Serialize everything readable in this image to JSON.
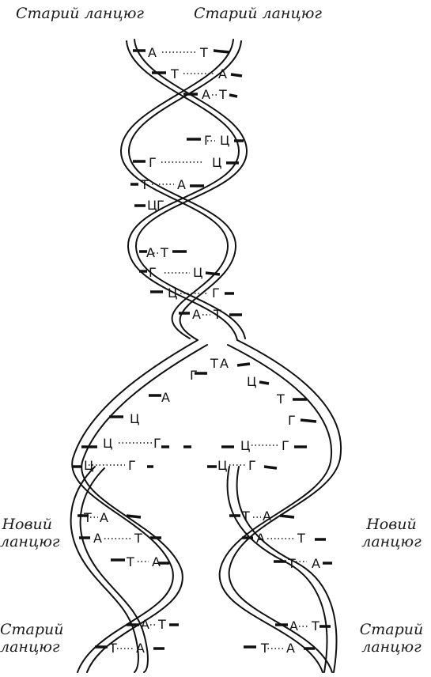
{
  "captions": {
    "top_left": "Старий ланцюг",
    "top_right": "Старий ланцюг",
    "new_left": [
      "Новий",
      "ланцюг"
    ],
    "new_right": [
      "Новий",
      "ланцюг"
    ],
    "old_left": [
      "Старий",
      "ланцюг"
    ],
    "old_right": [
      "Старий",
      "ланцюг"
    ]
  },
  "base_labels": {
    "top": [
      {
        "l": "А",
        "r": "Т"
      },
      {
        "l": "Т",
        "r": "А"
      },
      {
        "l": "А",
        "r": "Т"
      },
      {
        "l": "Г",
        "r": "Ц"
      },
      {
        "l": "Г",
        "r": "Ц"
      },
      {
        "l": "Т",
        "r": "А"
      },
      {
        "l": "Ц",
        "r": "Г"
      },
      {
        "l": "А",
        "r": "Т"
      },
      {
        "l": "Г",
        "r": "Ц"
      },
      {
        "l": "Ц",
        "r": "Г"
      },
      {
        "l": "А",
        "r": "Т"
      }
    ],
    "fork_left": [
      "Г",
      "А",
      "Ц",
      "Ц",
      "Ц"
    ],
    "fork_top": [
      "Т",
      "А"
    ],
    "fork_right": [
      "Ц",
      "Т",
      "Г"
    ],
    "fork_mid": [
      {
        "l": "Ц",
        "r": "Г"
      },
      {
        "l": "Ц",
        "r": "Г"
      },
      {
        "l": "Ц",
        "r": "Г"
      },
      {
        "l": "Ц",
        "r": "Г"
      }
    ],
    "left_helix": [
      {
        "l": "Т",
        "r": "А"
      },
      {
        "l": "А",
        "r": "Т"
      },
      {
        "l": "Т",
        "r": "А"
      },
      {
        "l": "А",
        "r": "Т"
      },
      {
        "l": "Т",
        "r": "А"
      }
    ],
    "right_helix": [
      {
        "l": "Т",
        "r": "А"
      },
      {
        "l": "А",
        "r": "Т"
      },
      {
        "l": "Т",
        "r": "А"
      },
      {
        "l": "А",
        "r": "Т"
      },
      {
        "l": "Т",
        "r": "А"
      }
    ]
  }
}
